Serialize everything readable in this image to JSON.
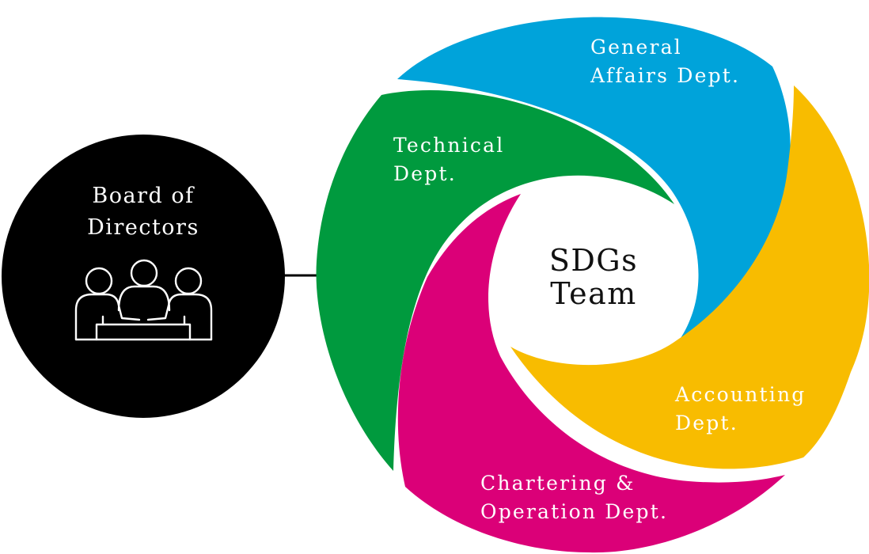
{
  "board": {
    "label": "Board of\nDirectors",
    "icon": "meeting-people-icon",
    "color": "#000000"
  },
  "center": {
    "label": "SDGs\nTeam"
  },
  "departments": [
    {
      "key": "general_affairs",
      "label": "General\nAffairs Dept.",
      "color": "#00A3DA"
    },
    {
      "key": "accounting",
      "label": "Accounting\nDept.",
      "color": "#F8BC00"
    },
    {
      "key": "chartering",
      "label": "Chartering &\nOperation Dept.",
      "color": "#DB0078"
    },
    {
      "key": "technical",
      "label": "Technical\nDept.",
      "color": "#009A3E"
    }
  ]
}
